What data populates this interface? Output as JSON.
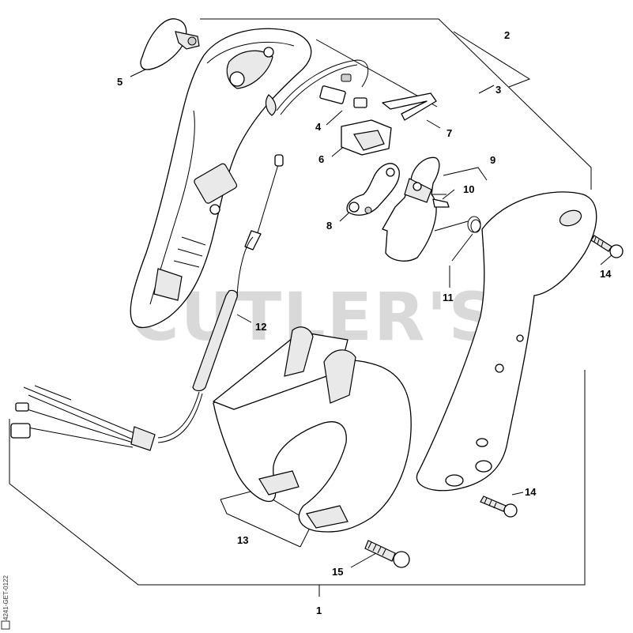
{
  "watermark": "CUTLER'S",
  "document_id": "4241-GET-0122",
  "callouts": {
    "c1": "1",
    "c2": "2",
    "c3": "3",
    "c4": "4",
    "c5": "5",
    "c6": "6",
    "c7": "7",
    "c8": "8",
    "c9": "9",
    "c10": "10",
    "c11": "11",
    "c12": "12",
    "c13": "13",
    "c14a": "14",
    "c14b": "14",
    "c15": "15"
  }
}
